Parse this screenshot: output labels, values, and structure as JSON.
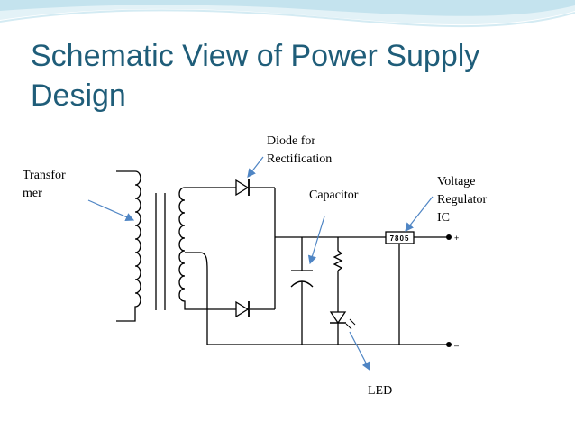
{
  "slide": {
    "title_line1": "Schematic View of Power Supply",
    "title_line2": "Design"
  },
  "labels": {
    "transformer_line1": "Transfor",
    "transformer_line2": "mer",
    "diode_line1": "Diode for",
    "diode_line2": "Rectification",
    "capacitor": "Capacitor",
    "regulator_line1": "Voltage",
    "regulator_line2": "Regulator",
    "regulator_line3": "IC",
    "led": "LED",
    "ic_marking": "7805",
    "plus_terminal": "+",
    "minus_terminal": "–"
  },
  "colors": {
    "title": "#1f5d79",
    "arrow": "#4f85c4",
    "header_wave_light": "#e3f2f7",
    "header_wave_mid": "#c4e3ee"
  }
}
